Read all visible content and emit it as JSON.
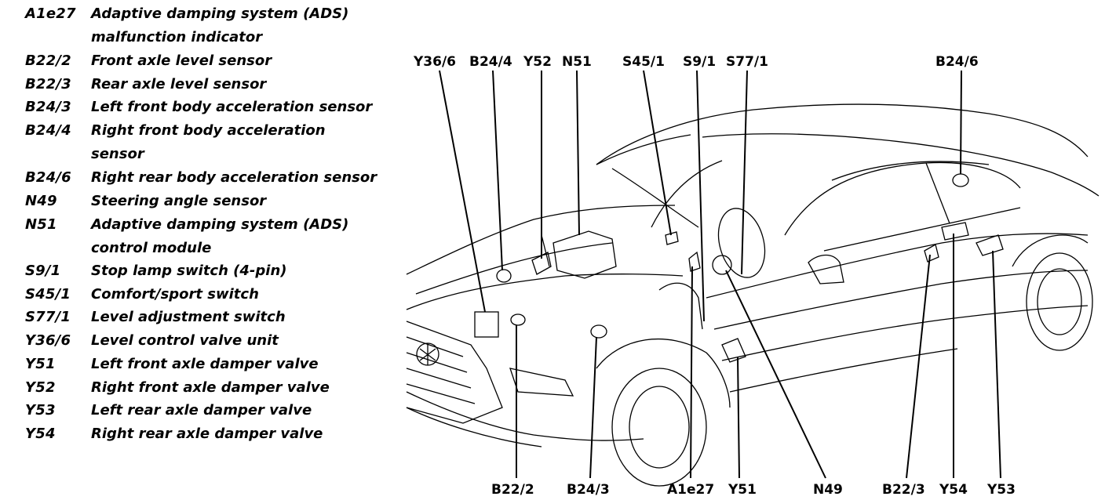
{
  "legend": [
    {
      "code": "A1e27",
      "lines": [
        "Adaptive damping system (ADS)",
        "malfunction indicator"
      ]
    },
    {
      "code": "B22/2",
      "lines": [
        "Front axle level sensor"
      ]
    },
    {
      "code": "B22/3",
      "lines": [
        "Rear axle level sensor"
      ]
    },
    {
      "code": "B24/3",
      "lines": [
        "Left front body acceleration sensor"
      ]
    },
    {
      "code": "B24/4",
      "lines": [
        "Right front body acceleration",
        "sensor"
      ]
    },
    {
      "code": "B24/6",
      "lines": [
        "Right rear body acceleration sensor"
      ]
    },
    {
      "code": "N49",
      "lines": [
        "Steering angle sensor"
      ]
    },
    {
      "code": "N51",
      "lines": [
        "Adaptive damping system (ADS)",
        "control module"
      ]
    },
    {
      "code": "S9/1",
      "lines": [
        "Stop lamp switch (4-pin)"
      ]
    },
    {
      "code": "S45/1",
      "lines": [
        "Comfort/sport switch"
      ]
    },
    {
      "code": "S77/1",
      "lines": [
        "Level adjustment switch"
      ]
    },
    {
      "code": "Y36/6",
      "lines": [
        "Level control valve unit"
      ]
    },
    {
      "code": "Y51",
      "lines": [
        "Left front axle damper valve"
      ]
    },
    {
      "code": "Y52",
      "lines": [
        "Right front axle damper valve"
      ]
    },
    {
      "code": "Y53",
      "lines": [
        "Left rear axle damper valve"
      ]
    },
    {
      "code": "Y54",
      "lines": [
        "Right rear axle damper valve"
      ]
    }
  ],
  "diagram_labels": {
    "top": [
      "Y36/6",
      "B24/4",
      "Y52",
      "N51",
      "S45/1",
      "S9/1",
      "S77/1",
      "B24/6"
    ],
    "bottom": [
      "B22/2",
      "B24/3",
      "A1e27",
      "Y51",
      "N49",
      "B22/3",
      "Y54",
      "Y53"
    ]
  }
}
